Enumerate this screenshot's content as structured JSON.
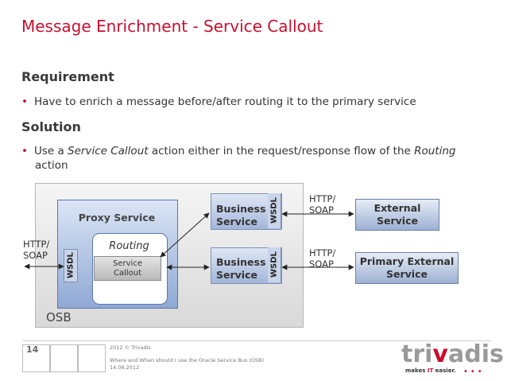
{
  "slide": {
    "title": "Message Enrichment - Service Callout",
    "requirement_heading": "Requirement",
    "requirement_text": "Have to enrich a message before/after routing it to the primary service",
    "solution_heading": "Solution",
    "solution_pre": "Use a ",
    "solution_em1": "Service Callout",
    "solution_mid": " action either in the request/response flow of the ",
    "solution_em2": "Routing",
    "solution_post": "action"
  },
  "diagram": {
    "osb_label": "OSB",
    "proxy_label": "Proxy Service",
    "routing_label": "Routing",
    "callout_line1": "Service",
    "callout_line2": "Callout",
    "wsdl": "WSDL",
    "business1_line1": "Business",
    "business1_line2": "Service",
    "business2_line1": "Business",
    "business2_line2": "Service",
    "external1_line1": "External",
    "external1_line2": "Service",
    "external2_line1": "Primary External",
    "external2_line2": "Service",
    "proto_left_1": "HTTP/",
    "proto_left_2": "SOAP",
    "proto_top_1": "HTTP/",
    "proto_top_2": "SOAP",
    "proto_mid_1": "HTTP/",
    "proto_mid_2": "SOAP"
  },
  "footer": {
    "page_number": "14",
    "copyright": "2012 © Trivadis",
    "talk_title": "Where and When should I use the Oracle Service Bus (OSB)",
    "date": "14.06.2012",
    "logo_pre": "tri",
    "logo_v": "v",
    "logo_post": "adis",
    "tagline_pre": "makes ",
    "tagline_it": "IT",
    "tagline_post": " easier."
  },
  "colors": {
    "accent": "#c8102e",
    "box_blue": "#8fa9d4",
    "osb_gray": "#d9d9d9"
  }
}
